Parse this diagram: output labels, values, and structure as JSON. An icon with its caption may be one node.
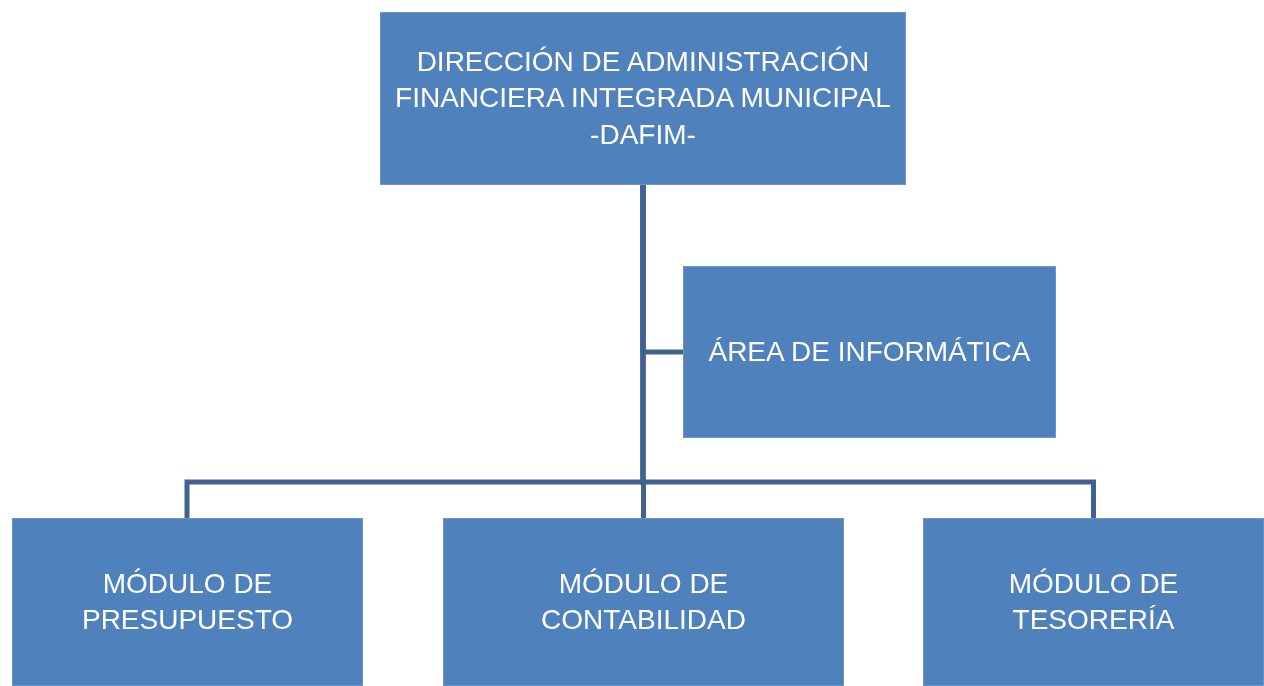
{
  "diagram": {
    "nodes": [
      {
        "text": [
          "DIRECCIÓN DE ADMINISTRACIÓN FINANCIERA INTEGRADA MUNICIPAL -DAFIM-"
        ]
      },
      {
        "text": [
          "ÁREA DE INFORMÁTICA"
        ]
      },
      {
        "text": [
          "MÓDULO DE PRESUPUESTO"
        ]
      },
      {
        "text": [
          "MÓDULO DE CONTABILIDAD"
        ]
      },
      {
        "text": [
          "MÓDULO DE TESORERÍA"
        ]
      }
    ],
    "edges": [
      {
        "from": 0,
        "to": 1,
        "arrow": "none"
      },
      {
        "from": 0,
        "to": 2,
        "arrow": "none"
      },
      {
        "from": 0,
        "to": 3,
        "arrow": "none"
      },
      {
        "from": 0,
        "to": 4,
        "arrow": "none"
      }
    ]
  }
}
